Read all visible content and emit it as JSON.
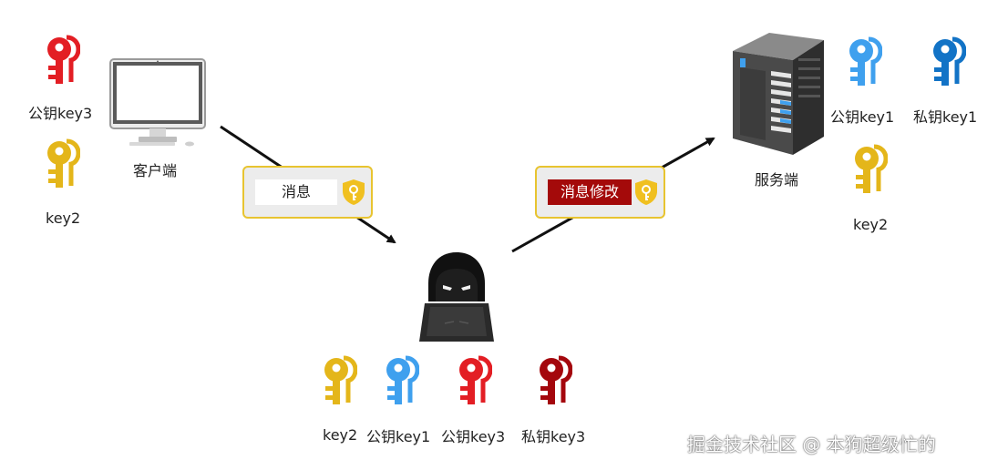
{
  "colors": {
    "red": "#e31e24",
    "dark_red": "#a4070d",
    "yellow": "#e4b61a",
    "light_blue": "#3fa0ee",
    "blue": "#1273c6",
    "card_border": "#e8c430",
    "card_bg": "#ececec",
    "modified_bg": "#a40a0a"
  },
  "client": {
    "label": "客户端",
    "keys": [
      {
        "label": "公钥key3",
        "icon": "key-icon",
        "color": "red"
      },
      {
        "label": "key2",
        "icon": "key-icon",
        "color": "yellow"
      }
    ]
  },
  "server": {
    "label": "服务端",
    "keys": [
      {
        "label": "公钥key1",
        "icon": "key-icon",
        "color": "light_blue"
      },
      {
        "label": "私钥key1",
        "icon": "key-icon",
        "color": "blue"
      },
      {
        "label": "key2",
        "icon": "key-icon",
        "color": "yellow"
      }
    ]
  },
  "attacker": {
    "icon": "hacker-icon",
    "keys": [
      {
        "label": "key2",
        "icon": "key-icon",
        "color": "yellow"
      },
      {
        "label": "公钥key1",
        "icon": "key-icon",
        "color": "light_blue"
      },
      {
        "label": "公钥key3",
        "icon": "key-icon",
        "color": "red"
      },
      {
        "label": "私钥key3",
        "icon": "key-icon",
        "color": "dark_red"
      }
    ]
  },
  "messages": {
    "original": "消息",
    "modified": "消息修改"
  },
  "watermark": "掘金技术社区 @ 本狗超级忙的"
}
